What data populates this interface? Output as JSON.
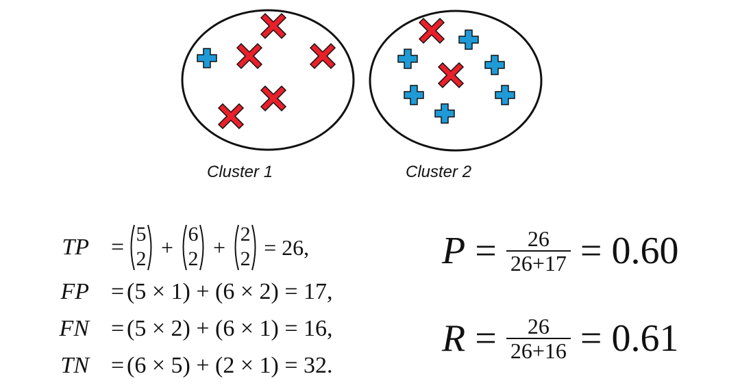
{
  "clusters": [
    {
      "label": "Cluster 1"
    },
    {
      "label": "Cluster 2"
    }
  ],
  "colors": {
    "cross": "#e8202a",
    "plus": "#1f9ad6",
    "outline": "#111111"
  },
  "equations": {
    "tp": {
      "lhs": "TP",
      "eq": "=",
      "binom1": [
        "5",
        "2"
      ],
      "binom2": [
        "6",
        "2"
      ],
      "binom3": [
        "2",
        "2"
      ],
      "plus": "+",
      "tail": "= 26,"
    },
    "fp": {
      "lhs": "FP",
      "eq": "=",
      "rhs": "(5 × 1) + (6 × 2) = 17,"
    },
    "fn": {
      "lhs": "FN",
      "eq": "=",
      "rhs": "(5 × 2) + (6 × 1) = 16,"
    },
    "tn": {
      "lhs": "TN",
      "eq": "=",
      "rhs": "(6 × 5) + (2 × 1) = 32."
    }
  },
  "precision": {
    "var": "P",
    "eq": "=",
    "num": "26",
    "den": "26+17",
    "result": "= 0.60"
  },
  "recall": {
    "var": "R",
    "eq": "=",
    "num": "26",
    "den": "26+16",
    "result": "= 0.61"
  }
}
